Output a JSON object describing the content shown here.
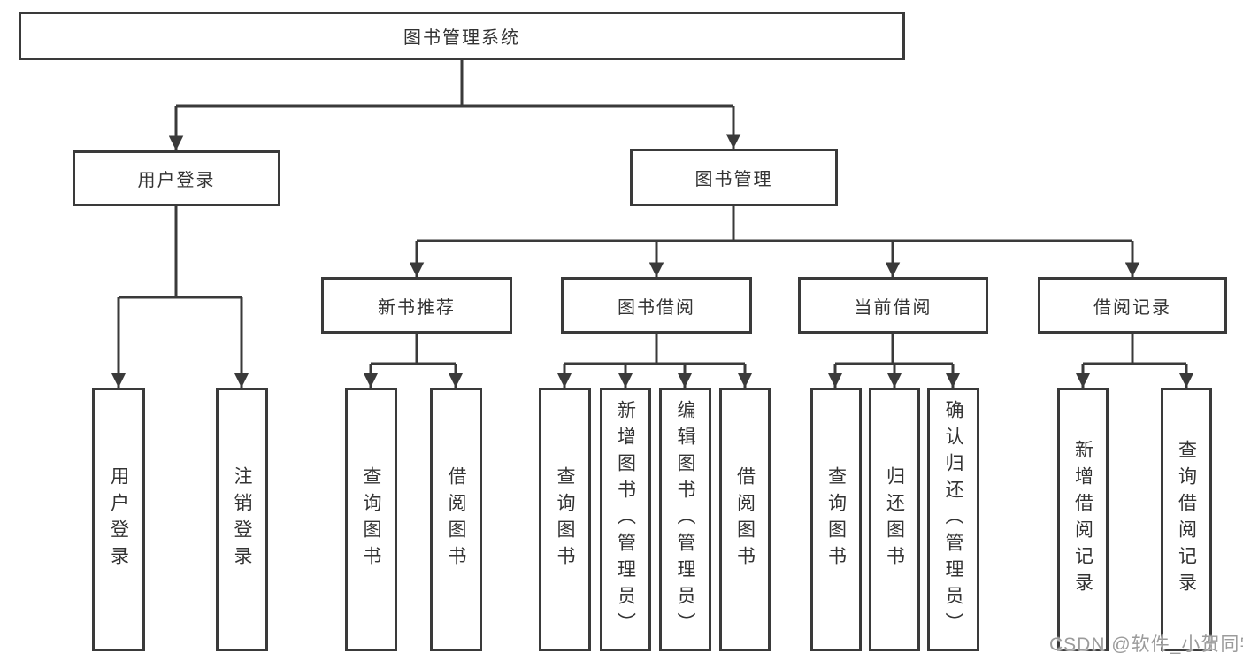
{
  "tree": {
    "label": "图书管理系统",
    "children": [
      {
        "label": "用户登录",
        "children": [
          {
            "label": "用户登录"
          },
          {
            "label": "注销登录"
          }
        ]
      },
      {
        "label": "图书管理",
        "children": [
          {
            "label": "新书推荐",
            "children": [
              {
                "label": "查询图书"
              },
              {
                "label": "借阅图书"
              }
            ]
          },
          {
            "label": "图书借阅",
            "children": [
              {
                "label": "查询图书"
              },
              {
                "label": "新增图书（管理员）"
              },
              {
                "label": "编辑图书（管理员）"
              },
              {
                "label": "借阅图书"
              }
            ]
          },
          {
            "label": "当前借阅",
            "children": [
              {
                "label": "查询图书"
              },
              {
                "label": "归还图书"
              },
              {
                "label": "确认归还（管理员）"
              }
            ]
          },
          {
            "label": "借阅记录",
            "children": [
              {
                "label": "新增借阅记录"
              },
              {
                "label": "查询借阅记录"
              }
            ]
          }
        ]
      }
    ]
  },
  "watermark": {
    "text": "CSDN @软件_小贺同学"
  },
  "colors": {
    "line": "#3a3a3a",
    "text": "#333333",
    "background": "#ffffff",
    "watermark": "#9b9b9b"
  }
}
